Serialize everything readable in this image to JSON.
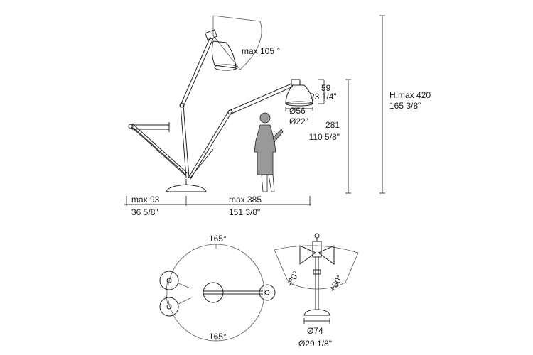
{
  "side_view": {
    "tilt_label": "max 105 °",
    "shade_height_mm": "59",
    "shade_height_in": "23 1/4\"",
    "shade_diameter_mm": "Ø56",
    "shade_diameter_in": "Ø22\"",
    "mid_height_mm": "281",
    "mid_height_in": "110 5/8\"",
    "max_height_mm": "H.max 420",
    "max_height_in": "165 3/8\"",
    "back_reach_mm": "max 93",
    "back_reach_in": "36 5/8\"",
    "front_reach_mm": "max 385",
    "front_reach_in": "151 3/8\""
  },
  "top_view": {
    "rotation_top": "165°",
    "rotation_bottom": "165°"
  },
  "front_view": {
    "rotation_left": "-80°",
    "rotation_right": "+80°",
    "base_diameter_mm": "Ø74",
    "base_diameter_in": "Ø29 1/8\""
  }
}
